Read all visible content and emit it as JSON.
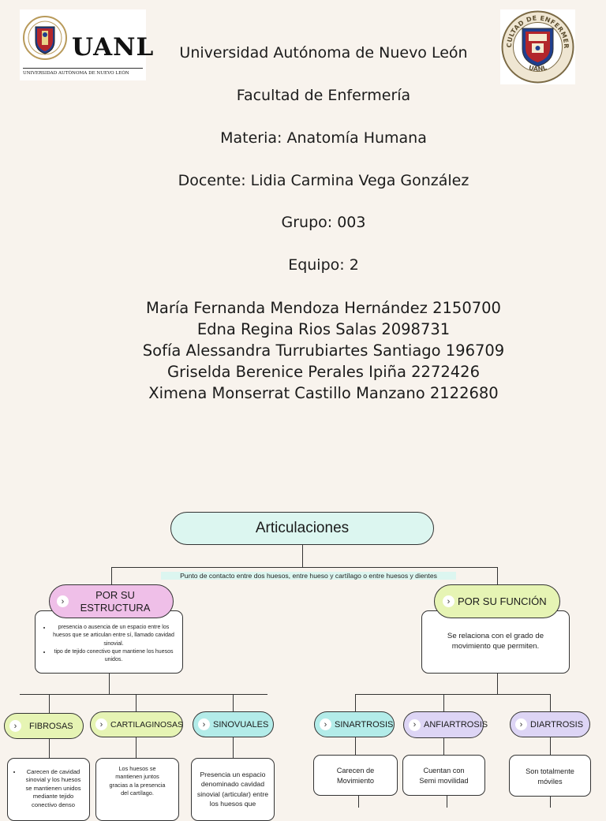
{
  "header": {
    "uanl_logo": {
      "wordmark": "UANL",
      "subtitle": "UNIVERSIDAD AUTÓNOMA DE NUEVO LEÓN"
    },
    "faculty_seal": {
      "ring_text": "FACULTAD DE ENFERMERÍA",
      "bottom_text": "UANL"
    },
    "colors": {
      "crest_red": "#b2262b",
      "crest_blue": "#1f3f8f",
      "seal_gold": "#b89a5a"
    }
  },
  "cover": {
    "university": "Universidad Autónoma de Nuevo León",
    "faculty": "Facultad de Enfermería",
    "subject": "Materia: Anatomía Humana",
    "teacher": "Docente: Lidia Carmina Vega González",
    "group": "Grupo: 003",
    "team": "Equipo: 2",
    "members": [
      "María Fernanda Mendoza Hernández 2150700",
      "Edna Regina Rios Salas 2098731",
      "Sofía Alessandra Turrubiartes Santiago 196709",
      "Griselda Berenice Perales Ipiña 2272426",
      "Ximena Monserrat Castillo Manzano 2122680"
    ]
  },
  "diagram": {
    "root": "Articulaciones",
    "definition": "Punto de contacto entre dos huesos, entre hueso y cartílago o entre huesos y dientes",
    "structure": {
      "title": "POR SU ESTRUCTURA",
      "bullets": [
        "presencia o ausencia de un espacio entre los huesos que se articulan entre sí, llamado cavidad sinovial.",
        "tipo de tejido conectivo que mantiene los huesos unidos."
      ],
      "children": [
        {
          "label": "FIBROSAS",
          "text": "Carecen de cavidad sinovial y los huesos se mantienen unidos mediante tejido conectivo denso"
        },
        {
          "label": "CARTILAGINOSAS",
          "text": "Los huesos se mantienen juntos gracias a la presencia del cartílago."
        },
        {
          "label": "SINOVUALES",
          "text": "Presencia un espacio denominado cavidad sinovial (articular) entre los huesos que"
        }
      ]
    },
    "function": {
      "title": "POR SU FUNCIÓN",
      "text": "Se relaciona con el grado de movimiento que permiten.",
      "children": [
        {
          "label": "SINARTROSIS",
          "text": "Carecen de Movimiento"
        },
        {
          "label": "ANFIARTROSIS",
          "text": "Cuentan con Semi movilidad"
        },
        {
          "label": "DIARTROSIS",
          "text": "Son totalmente móviles"
        }
      ]
    },
    "colors": {
      "root_fill": "#dcf6f0",
      "structure_fill": "#efbfe8",
      "function_fill": "#e6f4b4",
      "green_pill": "#e6f4b4",
      "cyan_pill": "#b3ece9",
      "lavender_pill": "#ddd5f5"
    }
  }
}
